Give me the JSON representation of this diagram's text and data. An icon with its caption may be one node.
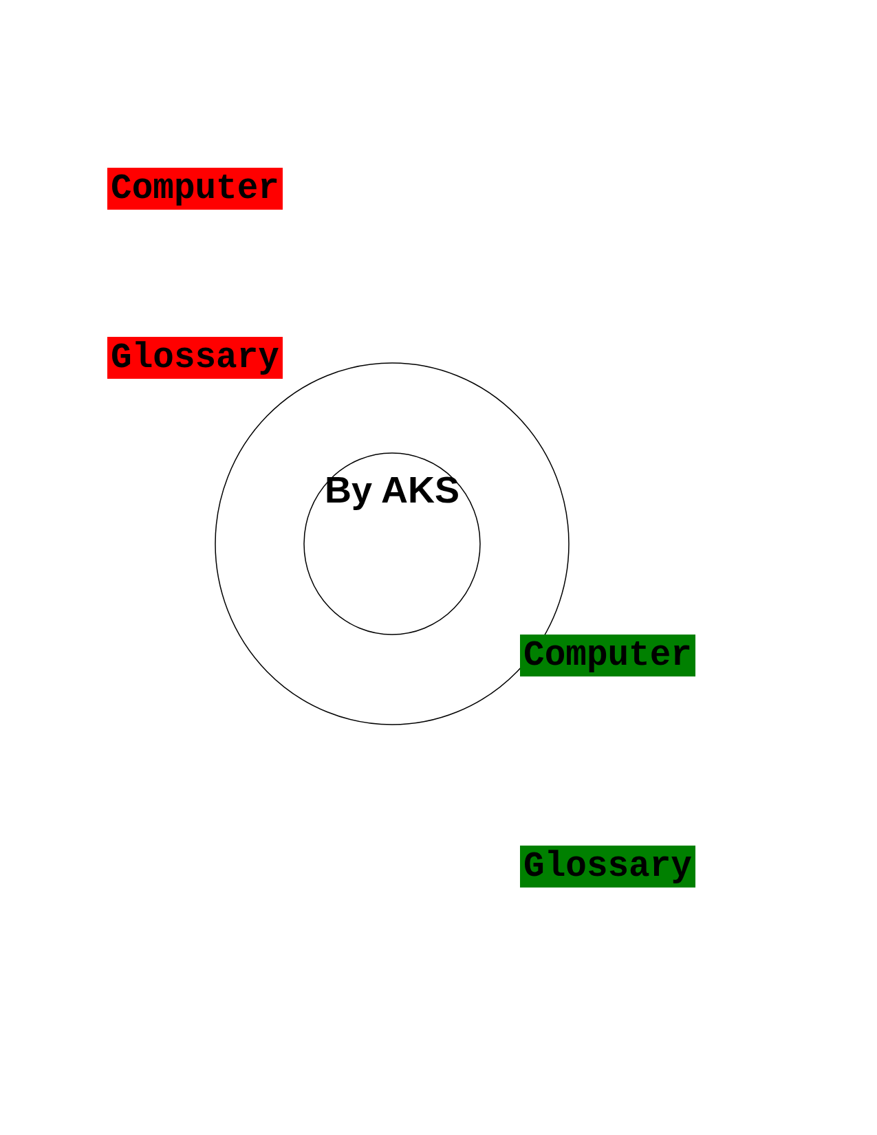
{
  "diagram": {
    "nodes": [
      {
        "text": [
          "Computer"
        ]
      },
      {
        "text": [
          "Glossary"
        ]
      },
      {
        "text": [],
        "shape": "circle"
      },
      {
        "text": [
          "By AKS"
        ],
        "in": 2
      },
      {
        "text": [
          "Computer"
        ]
      },
      {
        "text": [
          "Glossary"
        ]
      }
    ]
  }
}
